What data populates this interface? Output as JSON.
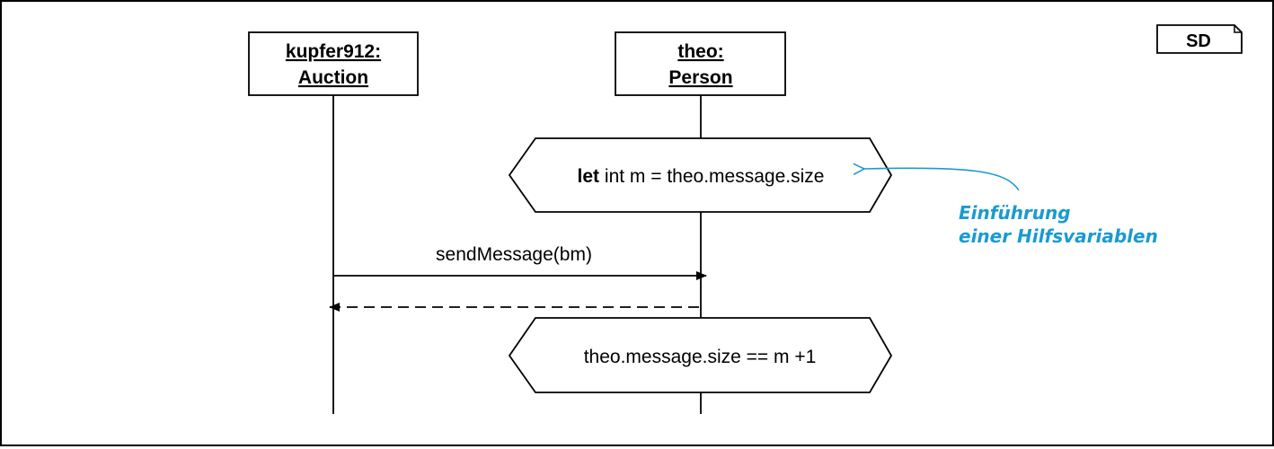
{
  "frame": {
    "tag": "SD"
  },
  "objects": [
    {
      "line1": "kupfer912:",
      "line2": "Auction"
    },
    {
      "line1": "theo:",
      "line2": "Person"
    }
  ],
  "conditions": {
    "before": {
      "keyword": "let",
      "rest": " int m = theo.message.size"
    },
    "after": {
      "text": "theo.message.size == m +1"
    }
  },
  "message": {
    "label": "sendMessage(bm)"
  },
  "annotation": {
    "line1": "Einführung",
    "line2": "einer Hilfsvariablen",
    "color": "#1a9ad1"
  }
}
